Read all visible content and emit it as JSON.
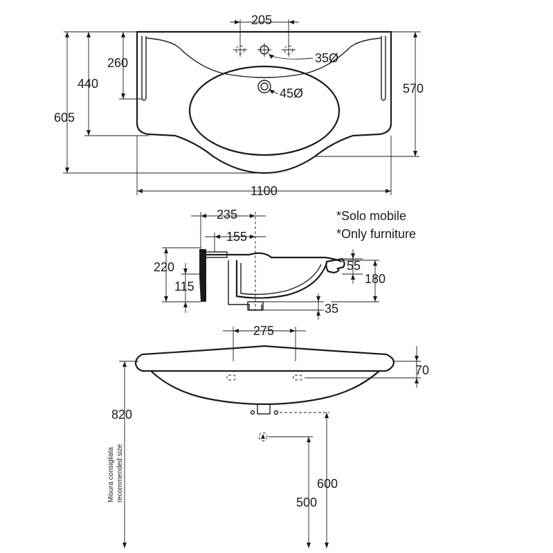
{
  "plan_view": {
    "dims": {
      "tap_spacing": "205",
      "tap_hole": "35Ø",
      "waste_hole": "45Ø",
      "depth_tap": "260",
      "depth_basin": "440",
      "depth_total": "605",
      "depth_right": "570",
      "width": "1100"
    }
  },
  "side_view": {
    "dims": {
      "d235": "235",
      "d155": "155",
      "d220": "220",
      "d115": "115",
      "d55": "55",
      "d180": "180",
      "d35": "35"
    },
    "note_it": "*Solo mobile",
    "note_en": "*Only furniture"
  },
  "front_view": {
    "dims": {
      "d275": "275",
      "d70": "70",
      "h820": "820",
      "h600": "600",
      "h500": "500"
    },
    "note_it": "Misura consigliata",
    "note_en": "recommended size"
  }
}
